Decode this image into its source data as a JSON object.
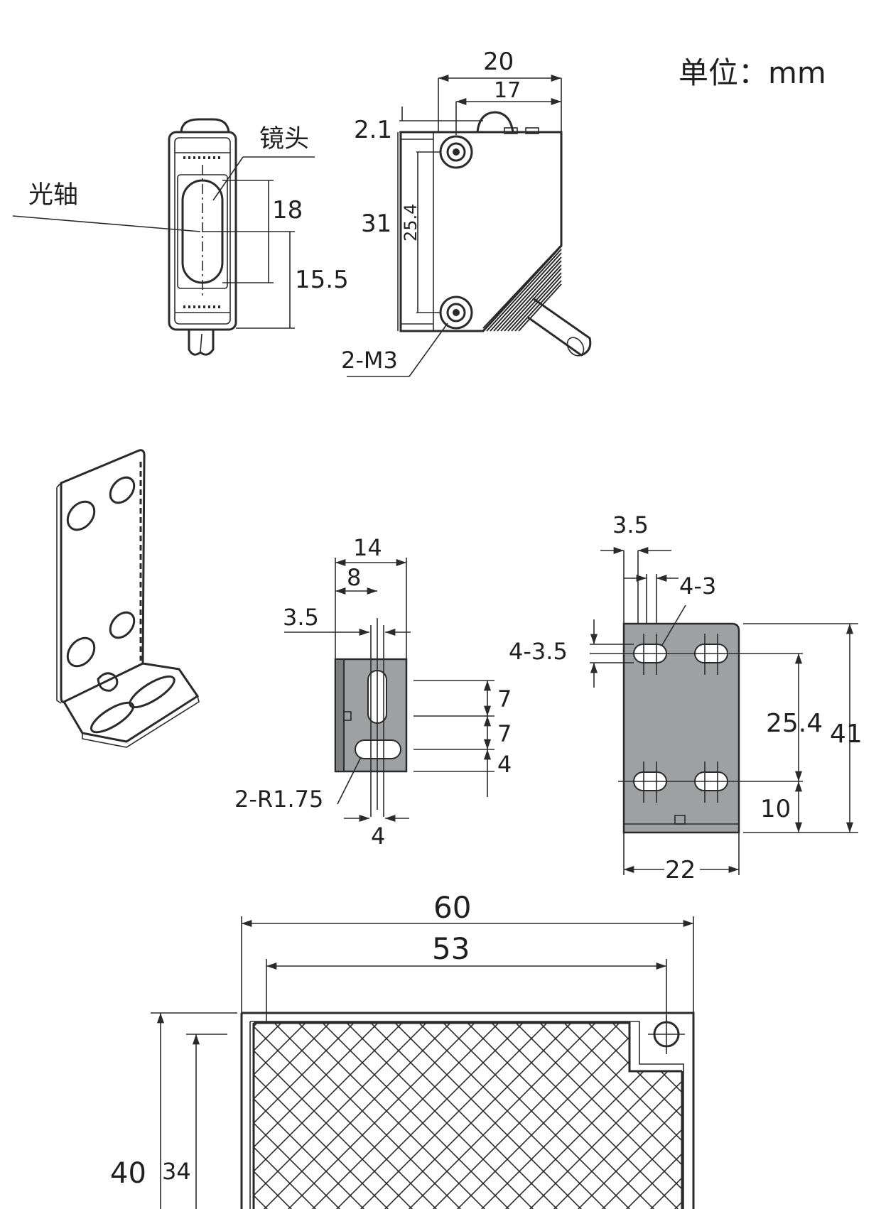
{
  "unit_label": "单位：mm",
  "sensor_front": {
    "callout_lens": "镜头",
    "callout_axis": "光轴",
    "dim_lens_height": "18",
    "dim_axis_height": "15.5"
  },
  "sensor_side": {
    "dim_width": "20",
    "dim_hole_offset": "17",
    "dim_top": "2.1",
    "dim_height": "31",
    "dim_hole_pitch": "25.4",
    "callout_thread": "2-M3"
  },
  "bracket_small": {
    "dim_width": "14",
    "dim_center": "8",
    "dim_slot": "3.5",
    "dim_v1": "7",
    "dim_v2": "7",
    "dim_v3": "4",
    "callout_radius": "2-R1.75",
    "dim_bottom": "4"
  },
  "bracket_large": {
    "dim_slot_w": "3.5",
    "callout_hole": "4-3",
    "callout_slot": "4-3.5",
    "dim_pitch": "25.4",
    "dim_height": "41",
    "dim_bottom": "10",
    "dim_width": "22"
  },
  "reflector": {
    "dim_outer_w": "60",
    "dim_inner_w": "53",
    "dim_outer_h": "40",
    "dim_inner_h": "34"
  },
  "colors": {
    "ink": "#2a2a2a",
    "plate_fill": "#9fa0a2"
  }
}
